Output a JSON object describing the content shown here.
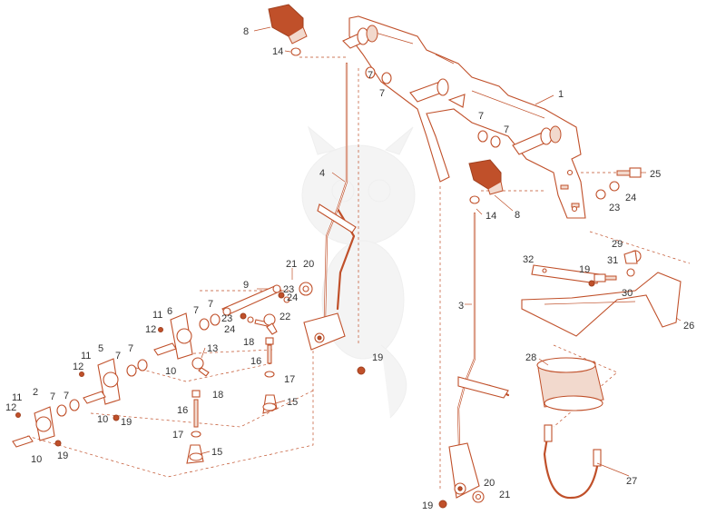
{
  "diagram": {
    "callouts": [
      {
        "id": "c1",
        "text": "1"
      },
      {
        "id": "c2",
        "text": "2"
      },
      {
        "id": "c3",
        "text": "3"
      },
      {
        "id": "c4",
        "text": "4"
      },
      {
        "id": "c5",
        "text": "5"
      },
      {
        "id": "c6",
        "text": "6"
      },
      {
        "id": "c7a",
        "text": "7"
      },
      {
        "id": "c7b",
        "text": "7"
      },
      {
        "id": "c7c",
        "text": "7"
      },
      {
        "id": "c7d",
        "text": "7"
      },
      {
        "id": "c7e",
        "text": "7"
      },
      {
        "id": "c7f",
        "text": "7"
      },
      {
        "id": "c7g",
        "text": "7"
      },
      {
        "id": "c7h",
        "text": "7"
      },
      {
        "id": "c7i",
        "text": "7"
      },
      {
        "id": "c7j",
        "text": "7"
      },
      {
        "id": "c8a",
        "text": "8"
      },
      {
        "id": "c8b",
        "text": "8"
      },
      {
        "id": "c9",
        "text": "9"
      },
      {
        "id": "c10a",
        "text": "10"
      },
      {
        "id": "c10b",
        "text": "10"
      },
      {
        "id": "c10c",
        "text": "10"
      },
      {
        "id": "c11a",
        "text": "11"
      },
      {
        "id": "c11b",
        "text": "11"
      },
      {
        "id": "c11c",
        "text": "11"
      },
      {
        "id": "c12a",
        "text": "12"
      },
      {
        "id": "c12b",
        "text": "12"
      },
      {
        "id": "c12c",
        "text": "12"
      },
      {
        "id": "c13",
        "text": "13"
      },
      {
        "id": "c14a",
        "text": "14"
      },
      {
        "id": "c14b",
        "text": "14"
      },
      {
        "id": "c15a",
        "text": "15"
      },
      {
        "id": "c15b",
        "text": "15"
      },
      {
        "id": "c16a",
        "text": "16"
      },
      {
        "id": "c16b",
        "text": "16"
      },
      {
        "id": "c17a",
        "text": "17"
      },
      {
        "id": "c17b",
        "text": "17"
      },
      {
        "id": "c18a",
        "text": "18"
      },
      {
        "id": "c18b",
        "text": "18"
      },
      {
        "id": "c19a",
        "text": "19"
      },
      {
        "id": "c19b",
        "text": "19"
      },
      {
        "id": "c19c",
        "text": "19"
      },
      {
        "id": "c19d",
        "text": "19"
      },
      {
        "id": "c19e",
        "text": "19"
      },
      {
        "id": "c20a",
        "text": "20"
      },
      {
        "id": "c20b",
        "text": "20"
      },
      {
        "id": "c21a",
        "text": "21"
      },
      {
        "id": "c21b",
        "text": "21"
      },
      {
        "id": "c22",
        "text": "22"
      },
      {
        "id": "c23a",
        "text": "23"
      },
      {
        "id": "c23b",
        "text": "23"
      },
      {
        "id": "c24a",
        "text": "24"
      },
      {
        "id": "c24b",
        "text": "24"
      },
      {
        "id": "c25",
        "text": "25"
      },
      {
        "id": "c26",
        "text": "26"
      },
      {
        "id": "c27",
        "text": "27"
      },
      {
        "id": "c28",
        "text": "28"
      },
      {
        "id": "c29",
        "text": "29"
      },
      {
        "id": "c30",
        "text": "30"
      },
      {
        "id": "c31",
        "text": "31"
      },
      {
        "id": "c32",
        "text": "32"
      }
    ],
    "colors": {
      "line": "#c0502a",
      "fill": "#f2d9cd",
      "text": "#333333",
      "watermark": "#ececec"
    }
  }
}
